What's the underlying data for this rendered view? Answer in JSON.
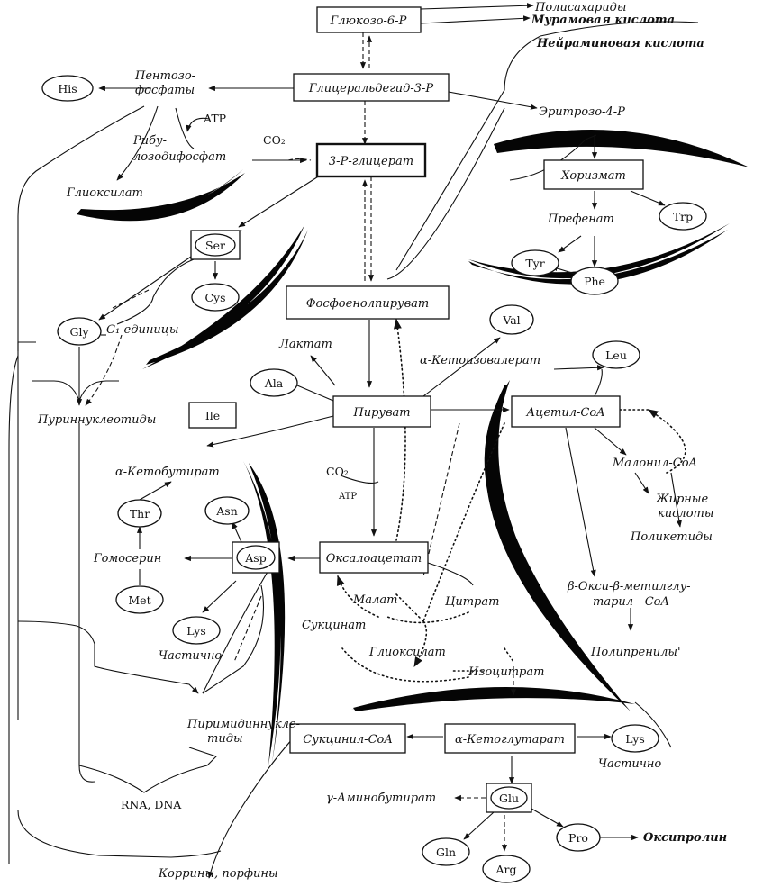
{
  "nodes": {
    "glucose6p": "Глюкозо-6-Р",
    "glyceraldehyde3p": "Глицеральдегид-3-Р",
    "glycerate3p": "3-Р-глицерат",
    "pep": "Фосфоенолпируват",
    "pyruvate": "Пируват",
    "oxaloacetate": "Оксалоацетат",
    "acetylcoa": "Ацетил-CoA",
    "chorismate": "Хоризмат",
    "succinylcoa": "Сукцинил-CoA",
    "akg": "α-Кетоглутарат",
    "ser": "Ser",
    "ile": "Ile",
    "asp": "Asp",
    "glu": "Glu"
  },
  "aminoacids": {
    "his": "His",
    "trp": "Trp",
    "tyr": "Tyr",
    "phe": "Phe",
    "cys": "Cys",
    "gly": "Gly",
    "val": "Val",
    "leu": "Leu",
    "ala": "Ala",
    "thr": "Thr",
    "asn": "Asn",
    "met": "Met",
    "lys1": "Lys",
    "lys2": "Lys",
    "gln": "Gln",
    "arg": "Arg",
    "pro": "Pro"
  },
  "labels": {
    "polysaccharides": "Полисахариды",
    "muramic": "Мурамовая кислота",
    "neuraminic": "Нейраминовая кислота",
    "pentose1": "Пентозо-",
    "pentose2": "фосфаты",
    "atp1": "ATP",
    "ribulose1": "Рибу-",
    "ribulose2": "лозодифосфат",
    "co2_1": "CO₂",
    "erythrose": "Эритрозо-4-Р",
    "glyoxylate1": "Глиоксилат",
    "prephenate": "Префенат",
    "c1_units": "C₁-единицы",
    "lactate": "Лактат",
    "ketoisovalerate": "α-Кетоизовалерат",
    "purine": "Пуриннуклеотиды",
    "ketobutyrate": "α-Кетобутират",
    "co2_2": "CO₂",
    "atp2": "ATP",
    "malonylcoa": "Малонил-CoA",
    "fatty1": "Жирные",
    "fatty2": "кислоты",
    "polyketides": "Поликетиды",
    "homoserine": "Гомосерин",
    "malate": "Малат",
    "citrate": "Цитрат",
    "hmg1": "β-Окси-β-метилглу-",
    "hmg2": "тарил - CoA",
    "succinate": "Сукцинат",
    "partial1": "Частично",
    "glyoxylate2": "Глиоксилат",
    "polyprenyls": "Полипренилы'",
    "isocitrate": "Изоцитрат",
    "pyrimidine1": "Пиримидиннукле-",
    "pyrimidine2": "тиды",
    "partial2": "Частично",
    "gaba": "γ-Аминобутират",
    "rnadna": "RNA, DNA",
    "hydroxyproline": "Оксипролин",
    "corrins": "Коррины, порфины"
  }
}
